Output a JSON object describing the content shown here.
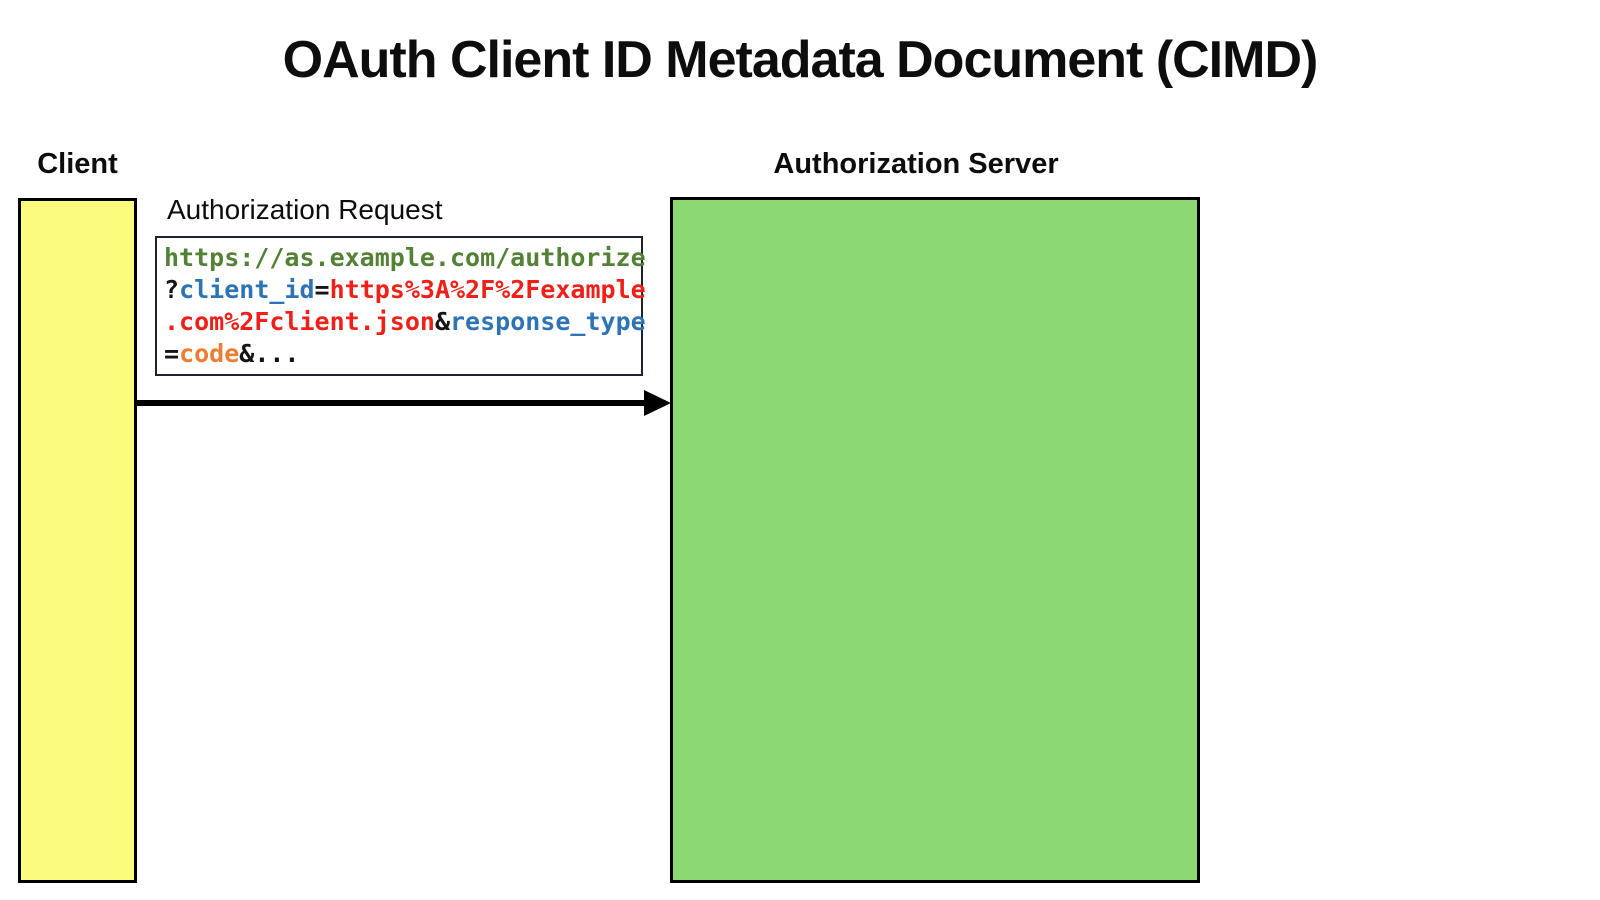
{
  "title": "OAuth Client ID Metadata Document (CIMD)",
  "actors": {
    "client": {
      "label": "Client",
      "fill": "#FBFB7D"
    },
    "authorization_server": {
      "label": "Authorization Server",
      "fill": "#8CD872"
    }
  },
  "message": {
    "label": "Authorization Request",
    "direction": "client-to-authorization-server",
    "url_full": "https://as.example.com/authorize?client_id=https%3A%2F%2Fexample.com%2Fclient.json&response_type=code&...",
    "code": {
      "palette": {
        "green": "#538135",
        "blue": "#2E74B5",
        "red": "#EF2018",
        "orange": "#ED7D31",
        "plain": "#141414"
      },
      "lines": [
        [
          {
            "text": "https://as.example.com/authorize",
            "color": "green"
          }
        ],
        [
          {
            "text": "?",
            "color": "plain"
          },
          {
            "text": "client_id",
            "color": "blue"
          },
          {
            "text": "=",
            "color": "plain"
          },
          {
            "text": "https%3A%2F%2Fexample",
            "color": "red"
          }
        ],
        [
          {
            "text": ".com%2Fclient.json",
            "color": "red"
          },
          {
            "text": "&",
            "color": "plain"
          },
          {
            "text": "response_type",
            "color": "blue"
          }
        ],
        [
          {
            "text": "=",
            "color": "plain"
          },
          {
            "text": "code",
            "color": "orange"
          },
          {
            "text": "&...",
            "color": "plain"
          }
        ]
      ]
    }
  }
}
